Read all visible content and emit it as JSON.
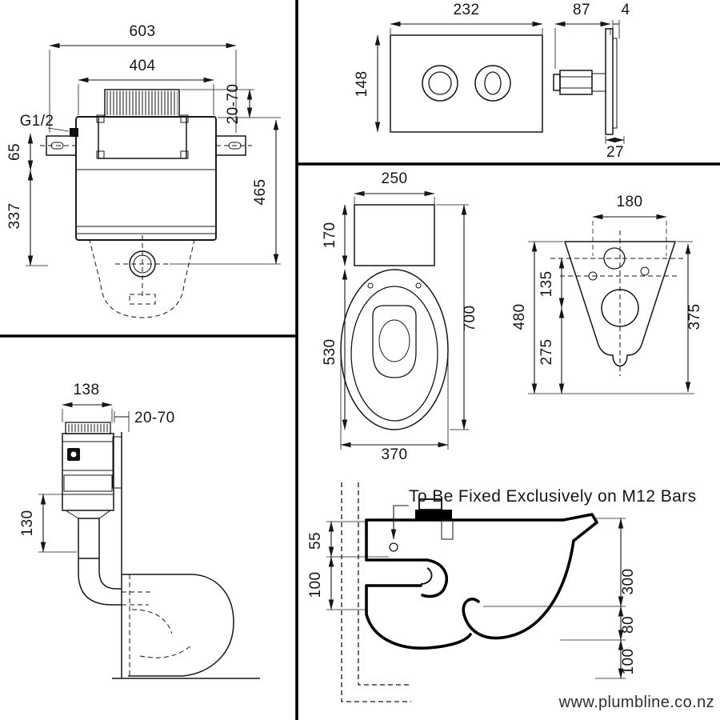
{
  "sheet": {
    "footer_website": "www.plumbline.co.nz"
  },
  "cistern_front": {
    "d603": "603",
    "d404": "404",
    "g12": "G1/2",
    "d65": "65",
    "d337": "337",
    "d2070": "20-70",
    "d465": "465"
  },
  "flush_plate": {
    "d232": "232",
    "d148": "148",
    "d87": "87",
    "d4": "4",
    "d27": "27"
  },
  "pan_top": {
    "d250": "250",
    "d170": "170",
    "d530": "530",
    "d700": "700",
    "d370": "370"
  },
  "pan_back": {
    "d180": "180",
    "d135": "135",
    "d480": "480",
    "d275": "275",
    "d375": "375"
  },
  "cistern_side": {
    "d138": "138",
    "d2070": "20-70",
    "d130": "130"
  },
  "pan_side": {
    "note": "To Be Fixed Exclusively on M12 Bars",
    "d55": "55",
    "d100_top": "100",
    "d300": "300",
    "d80": "80",
    "d100_bottom": "100"
  }
}
